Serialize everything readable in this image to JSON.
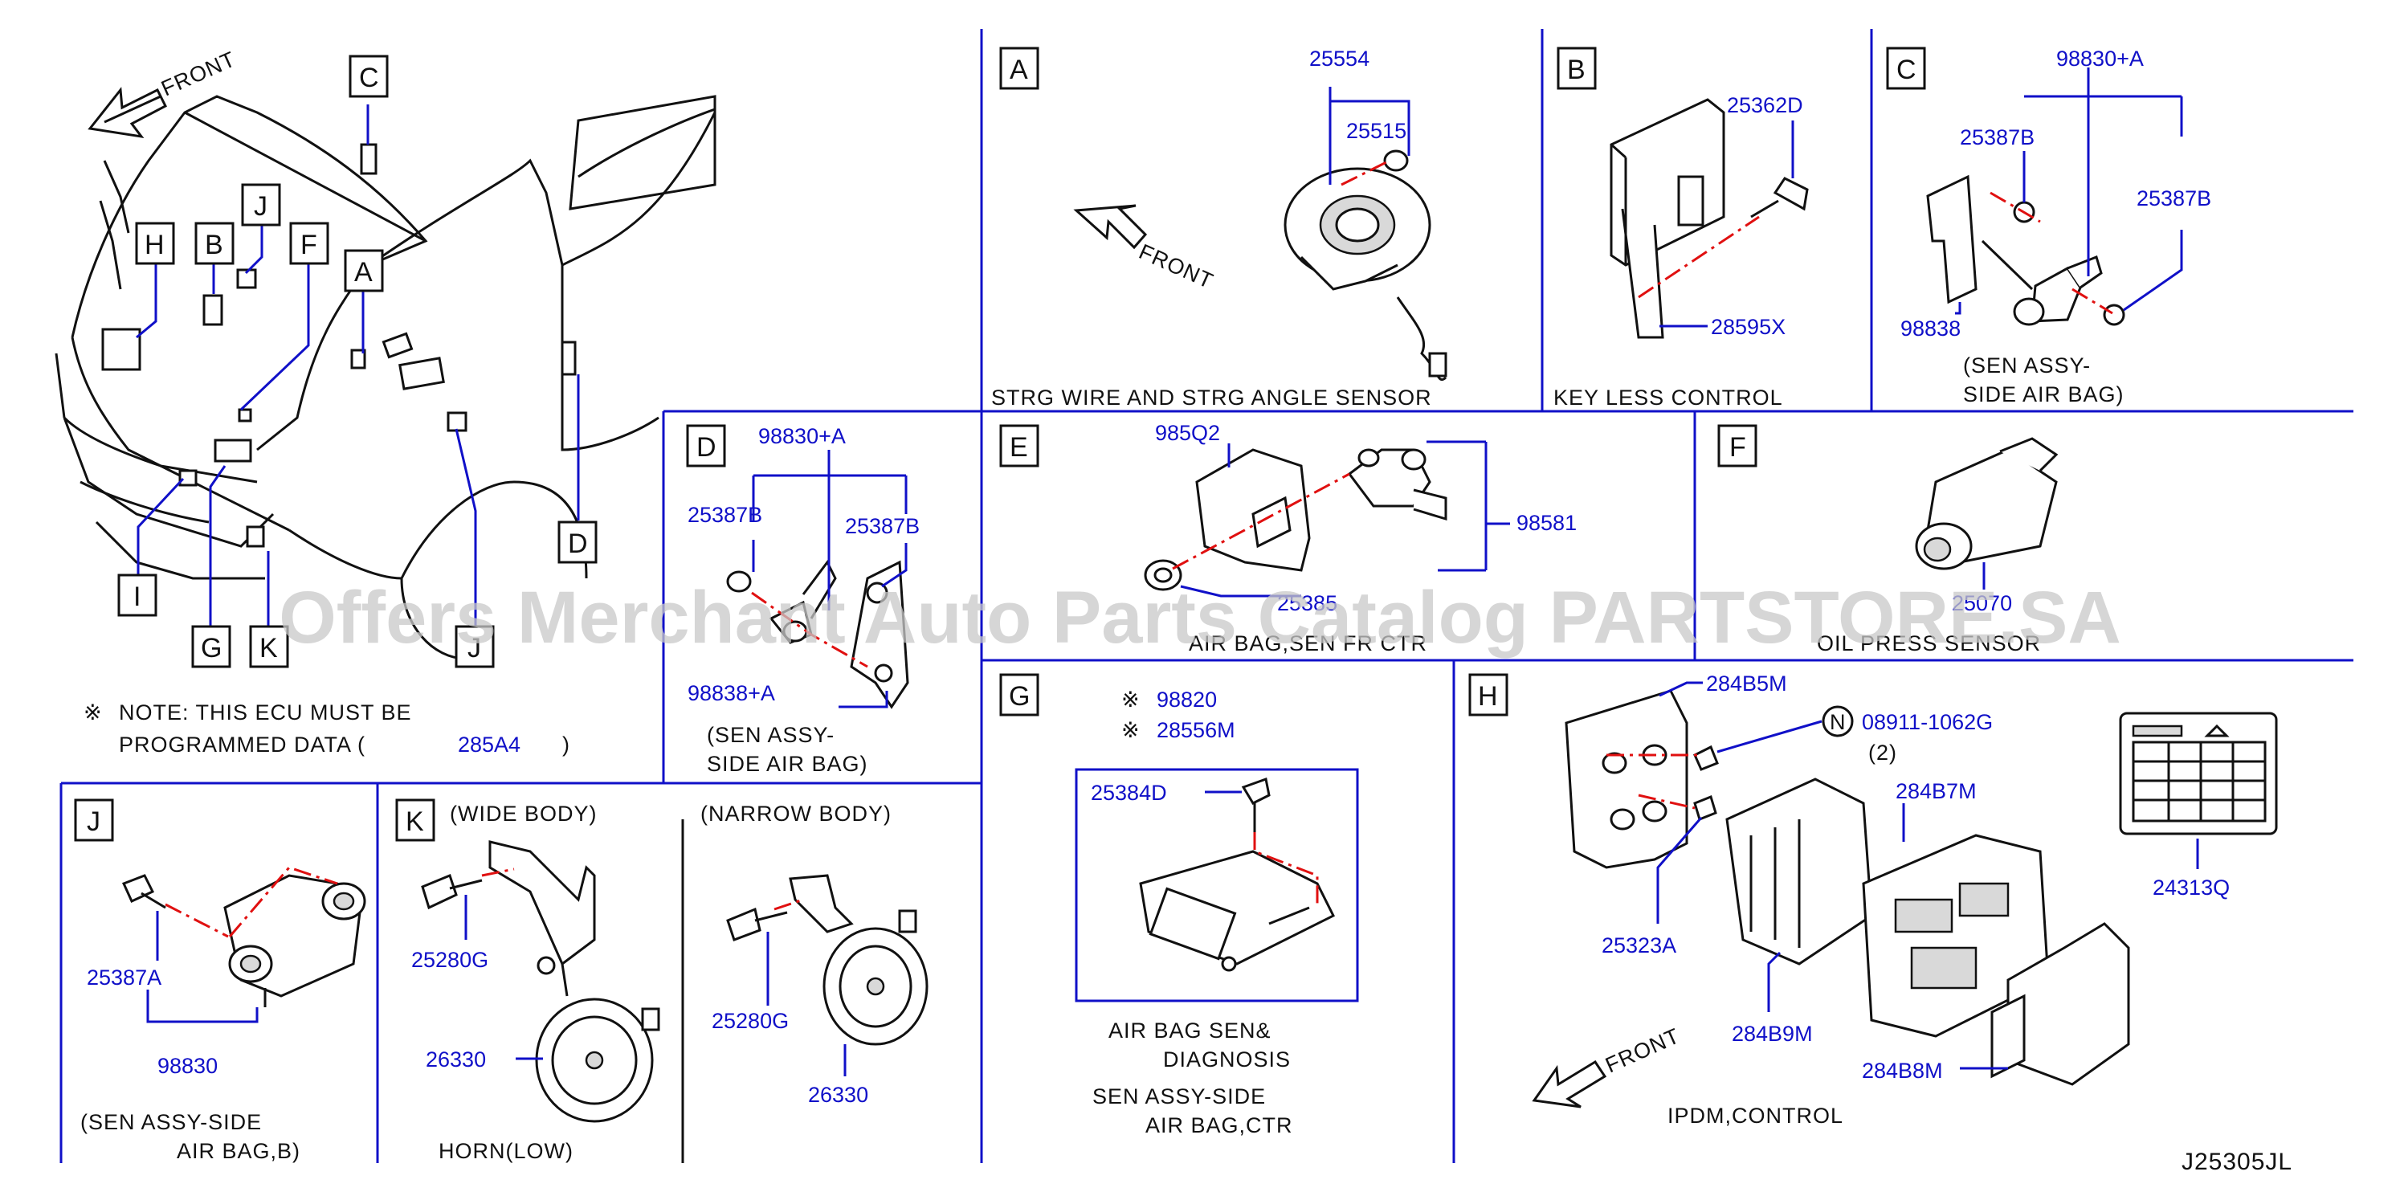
{
  "panel_letters": {
    "A": "A",
    "B": "B",
    "C": "C",
    "D": "D",
    "E": "E",
    "F": "F",
    "G": "G",
    "H": "H",
    "J": "J",
    "K": "K"
  },
  "overview": {
    "front": "FRONT",
    "callouts": [
      "C",
      "J",
      "H",
      "B",
      "F",
      "A",
      "D",
      "I",
      "G",
      "K",
      "J"
    ],
    "note_mark": "※",
    "note_line1": "NOTE:  THIS   ECU   MUST   BE",
    "note_line2": "PROGRAMMED   DATA  (",
    "note_part": "285A4",
    "note_close": ")"
  },
  "panel_a": {
    "front": "FRONT",
    "parts": [
      "25554",
      "25515"
    ],
    "caption": "STRG   WIRE   AND   STRG   ANGLE   SENSOR"
  },
  "panel_b": {
    "parts": [
      "25362D",
      "28595X"
    ],
    "caption": "KEY    LESS    CONTROL"
  },
  "panel_c": {
    "parts": [
      "98830+A",
      "25387B",
      "25387B",
      "98838"
    ],
    "caption1": "(SEN    ASSY-",
    "caption2": "SIDE    AIR    BAG)"
  },
  "panel_d": {
    "parts": [
      "98830+A",
      "25387B",
      "25387B",
      "98838+A"
    ],
    "caption1": "(SEN    ASSY-",
    "caption2": "SIDE    AIR    BAG)"
  },
  "panel_e": {
    "parts": [
      "985Q2",
      "98581",
      "25385"
    ],
    "caption": "AIR   BAG,SEN   FR   CTR"
  },
  "panel_f": {
    "parts": [
      "25070"
    ],
    "caption": "OIL    PRESS    SENSOR"
  },
  "panel_g": {
    "mark": "※",
    "parts": [
      "98820",
      "28556M",
      "25384D"
    ],
    "caption1": "AIR    BAG    SEN&",
    "caption2": "DIAGNOSIS",
    "caption3": "SEN    ASSY-SIDE",
    "caption4": "AIR    BAG,CTR"
  },
  "panel_h": {
    "parts": [
      "284B5M",
      "08911-1062G",
      "284B7M",
      "24313Q",
      "25323A",
      "284B9M",
      "284B8M"
    ],
    "n_mark": "N",
    "qty": "(2)",
    "front": "FRONT",
    "caption": "IPDM,CONTROL"
  },
  "panel_j": {
    "parts": [
      "25387A",
      "98830"
    ],
    "caption1": "(SEN    ASSY-SIDE",
    "caption2": "AIR    BAG,B)"
  },
  "panel_k": {
    "wide": "(WIDE    BODY)",
    "narrow": "(NARROW    BODY)",
    "parts": [
      "25280G",
      "26330",
      "25280G",
      "26330"
    ],
    "caption": "HORN(LOW)"
  },
  "diagram_code": "J25305JL",
  "watermark": "Offers Merchant Auto Parts Catalog PARTSTORE.SA",
  "colors": {
    "part_number": "#1010c8",
    "divider": "#1010c8",
    "centerline": "#e01010",
    "text": "#111111",
    "watermark": "#c8c8c8"
  }
}
